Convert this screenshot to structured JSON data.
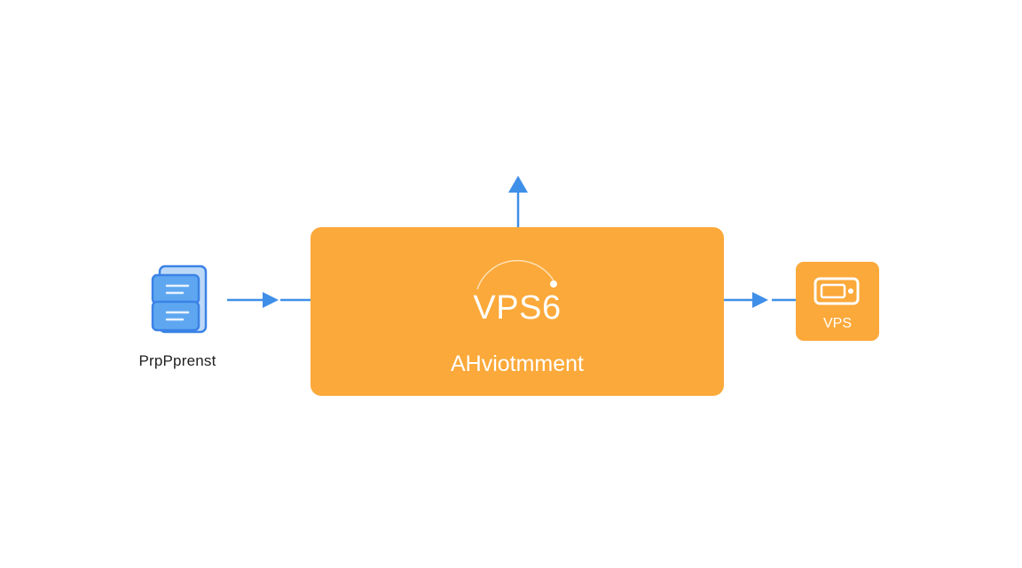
{
  "colors": {
    "accent_orange": "#fba93a",
    "arrow_blue": "#3f8fe8",
    "icon_blue": "#5ea7f0",
    "icon_stroke": "#3b82e6",
    "text_dark": "#1f1f1f",
    "text_light": "#ffffff"
  },
  "source": {
    "label": "PrpPprenst",
    "icon": "document-stack-icon"
  },
  "main": {
    "title": "VPS6",
    "subtitle": "AHviotmment"
  },
  "target": {
    "label": "VPS",
    "icon": "server-card-icon"
  },
  "arrows": [
    "upward-arrow-icon",
    "source-to-main-arrow-icon",
    "main-to-vps-arrow-icon"
  ]
}
